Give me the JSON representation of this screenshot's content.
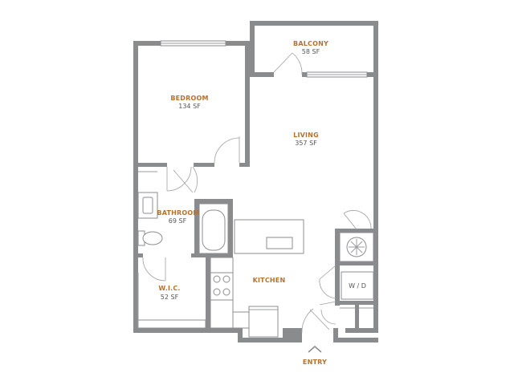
{
  "colors": {
    "wall": "#8a8b8d",
    "room_label": "#b4722f",
    "area_text": "#555555",
    "background": "#ffffff"
  },
  "rooms": {
    "balcony": {
      "name": "BALCONY",
      "area": "58 SF"
    },
    "bedroom": {
      "name": "BEDROOM",
      "area": "134 SF"
    },
    "living": {
      "name": "LIVING",
      "area": "357 SF"
    },
    "bathroom": {
      "name": "BATHROOM",
      "area": "69 SF"
    },
    "wic": {
      "name": "W.I.C.",
      "area": "52 SF"
    },
    "kitchen": {
      "name": "KITCHEN"
    }
  },
  "appliances": {
    "washer_dryer": "W / D"
  },
  "entry": {
    "label": "ENTRY",
    "icon": "chevron-up-icon"
  }
}
